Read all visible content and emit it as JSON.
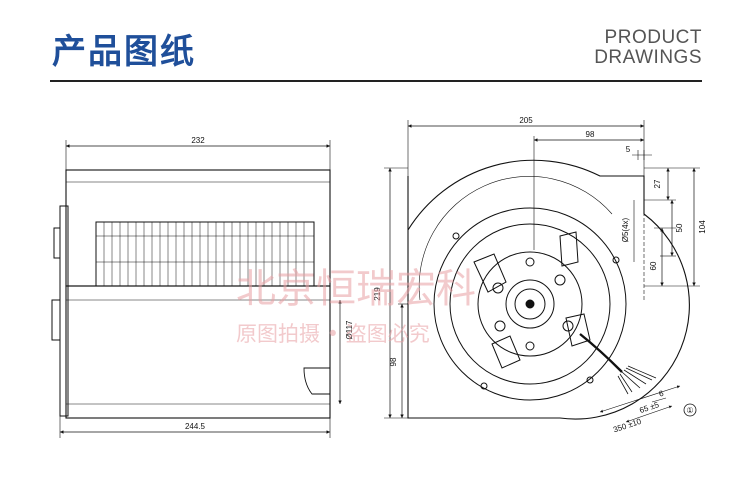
{
  "header": {
    "title_cn": "产品图纸",
    "title_en_line1": "PRODUCT",
    "title_en_line2": "DRAWINGS"
  },
  "watermark": {
    "line1": "北京恒瑞宏科",
    "line2": "原图拍摄 • 盗图必究"
  },
  "side_view": {
    "width_top": "232",
    "width_bottom": "244.5",
    "diameter": "Ø117"
  },
  "front_view": {
    "width": "205",
    "offset": "98",
    "small": "5",
    "height_total": "219",
    "height_lower": "98",
    "right_27": "27",
    "right_50": "50",
    "right_104": "104",
    "right_60": "60",
    "left_55": "Ø5(4x)",
    "cable_6": "6",
    "cable_65": "65 ±5",
    "cable_350": "350 ±10",
    "callout": "①"
  },
  "colors": {
    "title": "#1f4f9a",
    "watermark": "#e9a0a4"
  }
}
